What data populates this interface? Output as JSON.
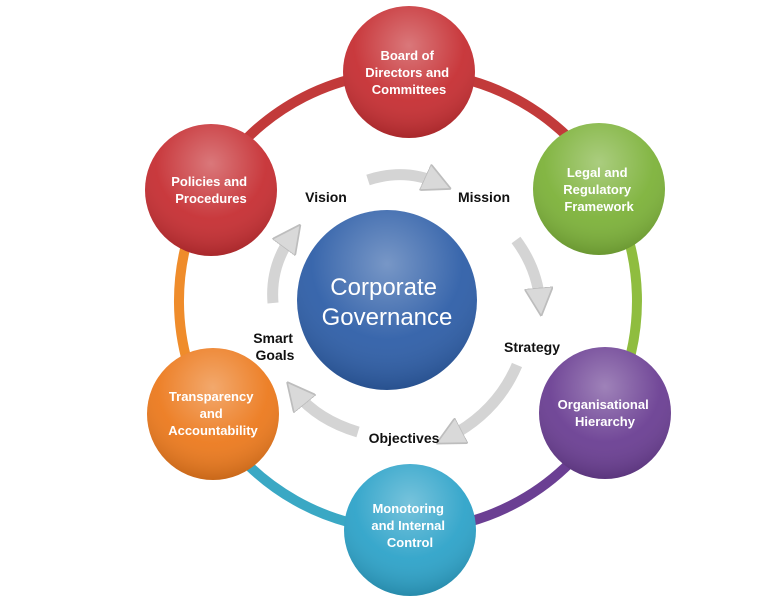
{
  "center": {
    "lines": [
      "Corporate",
      "Governance"
    ],
    "color": "#2f5fa8"
  },
  "nodes": [
    {
      "id": "board",
      "lines": [
        "Board of",
        "Directors and",
        "Committees"
      ],
      "color": "#c62f33"
    },
    {
      "id": "legal",
      "lines": [
        "Legal and",
        "Regulatory",
        "Framework"
      ],
      "color": "#7db23a"
    },
    {
      "id": "hierarchy",
      "lines": [
        "Organisational",
        "Hierarchy"
      ],
      "color": "#6b3f93"
    },
    {
      "id": "monitoring",
      "lines": [
        "Monotoring",
        "and Internal",
        "Control"
      ],
      "color": "#2ea3c9"
    },
    {
      "id": "transparency",
      "lines": [
        "Transparency",
        "and",
        "Accountability"
      ],
      "color": "#ec7a1e"
    },
    {
      "id": "policies",
      "lines": [
        "Policies and",
        "Procedures"
      ],
      "color": "#c62f33"
    }
  ],
  "ring_colors": [
    "#c23a3a",
    "#8fbd3f",
    "#6b3f93",
    "#3aa8c4",
    "#ef8c2b",
    "#c23a3a"
  ],
  "cycle": {
    "vision": "Vision",
    "mission": "Mission",
    "strategy": "Strategy",
    "objectives": "Objectives",
    "smart_goals": [
      "Smart",
      "Goals"
    ]
  }
}
